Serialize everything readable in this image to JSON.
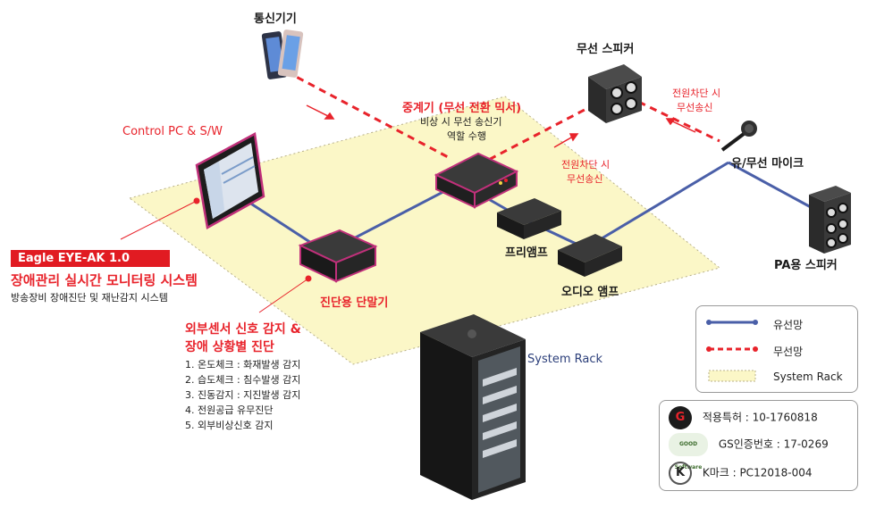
{
  "devices": {
    "comm": "통신기기",
    "speaker_wireless": "무선 스피커",
    "relay": "중계기 (무선 전환 믹서)",
    "relay_desc1": "비상 시 무선 송신기",
    "relay_desc2": "역할 수행",
    "control_pc": "Control PC & S/W",
    "preamp": "프리앰프",
    "audio_amp": "오디오 앰프",
    "mic": "유/무선 마이크",
    "pa_speaker": "PA용 스피커",
    "terminal": "진단용 단말기",
    "rack": "System Rack"
  },
  "notes": {
    "power_cut_1a": "전원차단 시",
    "power_cut_1b": "무선송신",
    "power_cut_2a": "전원차단 시",
    "power_cut_2b": "무선송신"
  },
  "product": {
    "name": "Eagle EYE-AK 1.0",
    "title": "장애관리 실시간 모니터링 시스템",
    "subtitle": "방송장비 장애진단 및 재난감지 시스템"
  },
  "sensors": {
    "title1": "외부센서 신호 감지 &",
    "title2": "장애 상황별 진단",
    "items": [
      "1. 온도체크 : 화재발생 감지",
      "2. 습도체크 : 침수발생 감지",
      "3. 진동감지 : 지진발생 감지",
      "4. 전원공급 유무진단",
      "5. 외부비상신호 감지"
    ]
  },
  "legend": {
    "wired": "유선망",
    "wireless": "무선망",
    "rack": "System Rack"
  },
  "certs": {
    "patent": "적용특허 : 10-1760818",
    "gs": "GS인증번호 : 17-0269",
    "k": "K마크 : PC12018-004",
    "k_letter": "K",
    "gs_icon_text": "GOOD Software"
  },
  "colors": {
    "wired": "#4a5fa8",
    "wireless": "#e8232b",
    "accent": "#e11b22",
    "device_outline": "#c0307a",
    "floor": "#fbf7c7"
  }
}
